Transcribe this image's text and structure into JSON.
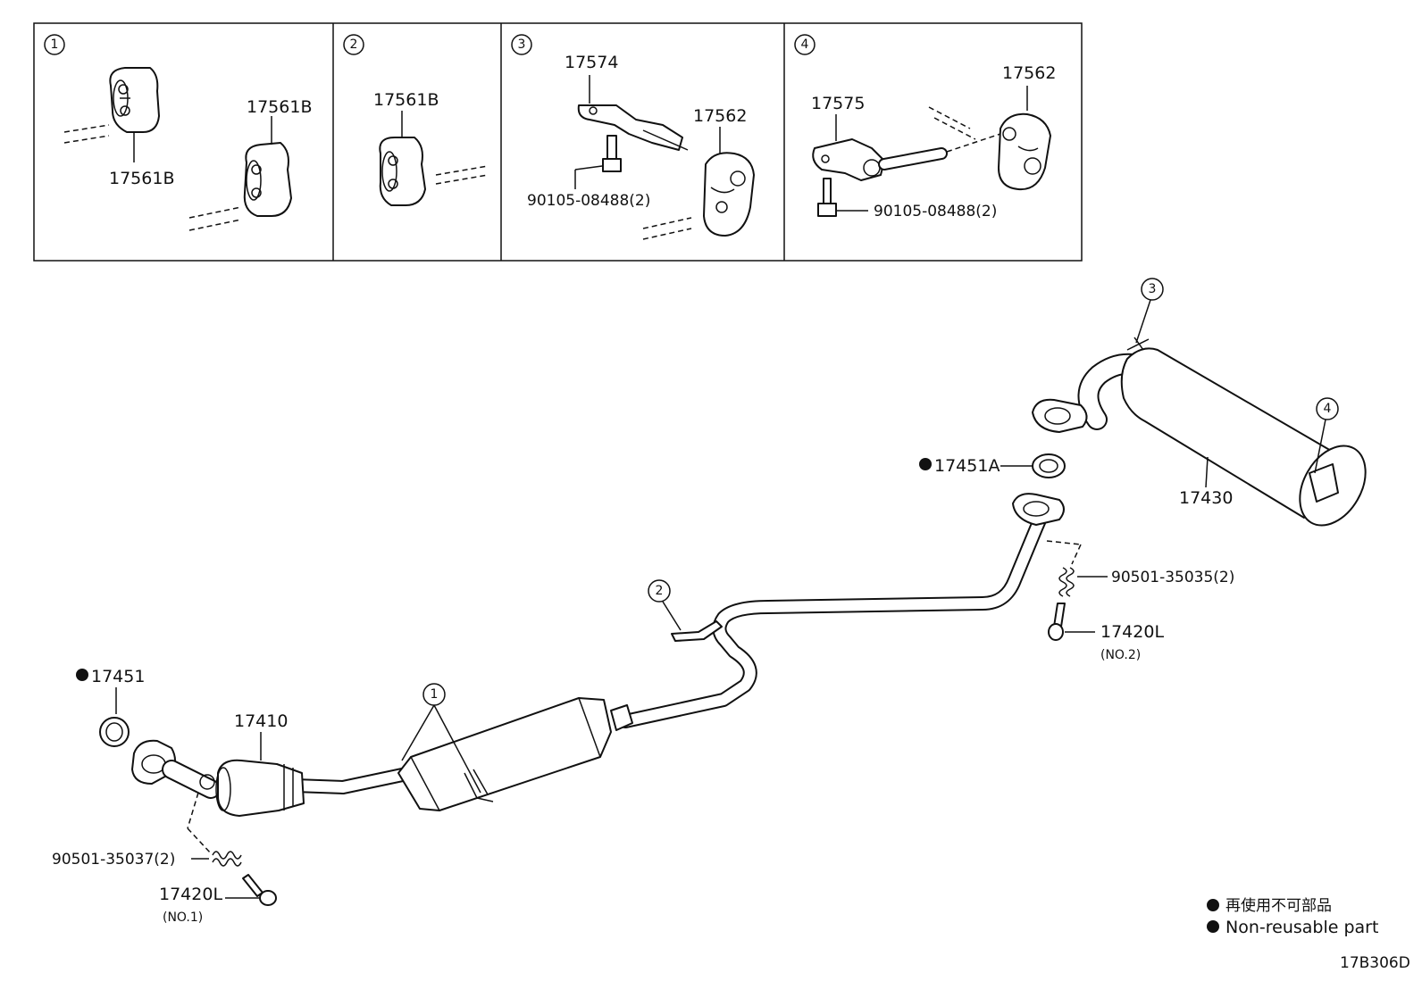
{
  "insets": [
    {
      "number": "1",
      "labels": [
        "17561B",
        "17561B"
      ]
    },
    {
      "number": "2",
      "labels": [
        "17561B"
      ]
    },
    {
      "number": "3",
      "labels": [
        "17574",
        "17562",
        "90105-08488(2)"
      ]
    },
    {
      "number": "4",
      "labels": [
        "17575",
        "17562",
        "90105-08488(2)"
      ]
    }
  ],
  "callouts": {
    "c1": "1",
    "c2": "2",
    "c3": "3",
    "c4": "4"
  },
  "parts": {
    "gasket_front": "17451",
    "front_pipe": "17410",
    "spring_front": "90501-35037(2)",
    "bolt_front": "17420L",
    "bolt_front_note": "(NO.1)",
    "gasket_rear": "17451A",
    "tail_pipe": "17430",
    "spring_rear": "90501-35035(2)",
    "bolt_rear": "17420L",
    "bolt_rear_note": "(NO.2)"
  },
  "legend": {
    "line1": "再使用不可部品",
    "line2": "Non-reusable part"
  },
  "figure_code": "17B306D"
}
